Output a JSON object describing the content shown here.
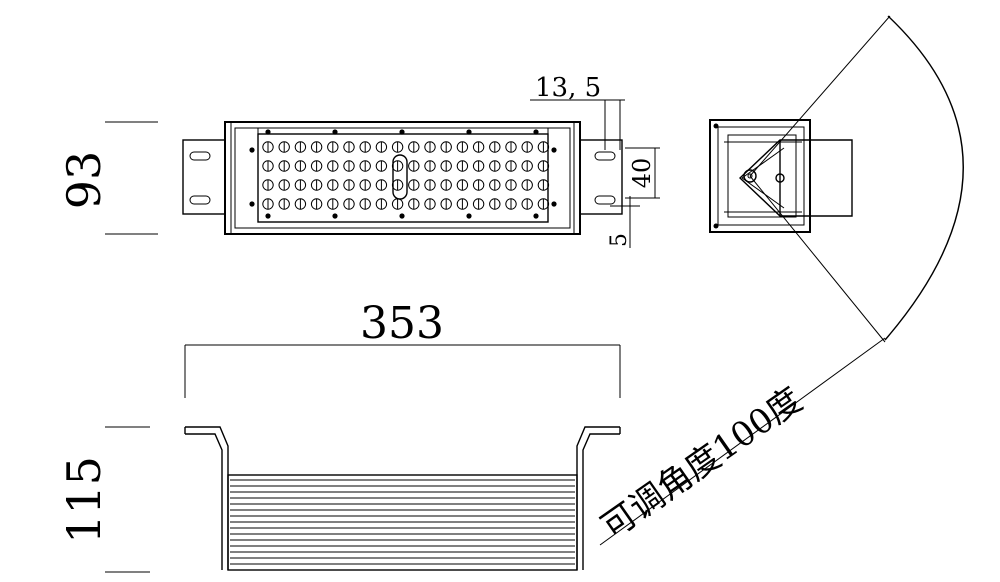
{
  "dimensions": {
    "height": "93",
    "width": "353",
    "depth": "115",
    "slot_offset": "13, 5",
    "slot_length": "40",
    "slot_width": "5"
  },
  "angle_note": "可调角度100度",
  "views": {
    "front": {
      "led_rows": 4,
      "led_cols": 18
    },
    "bottom": {
      "fin_count": 15
    }
  },
  "colors": {
    "line": "#000000",
    "background": "#ffffff"
  }
}
